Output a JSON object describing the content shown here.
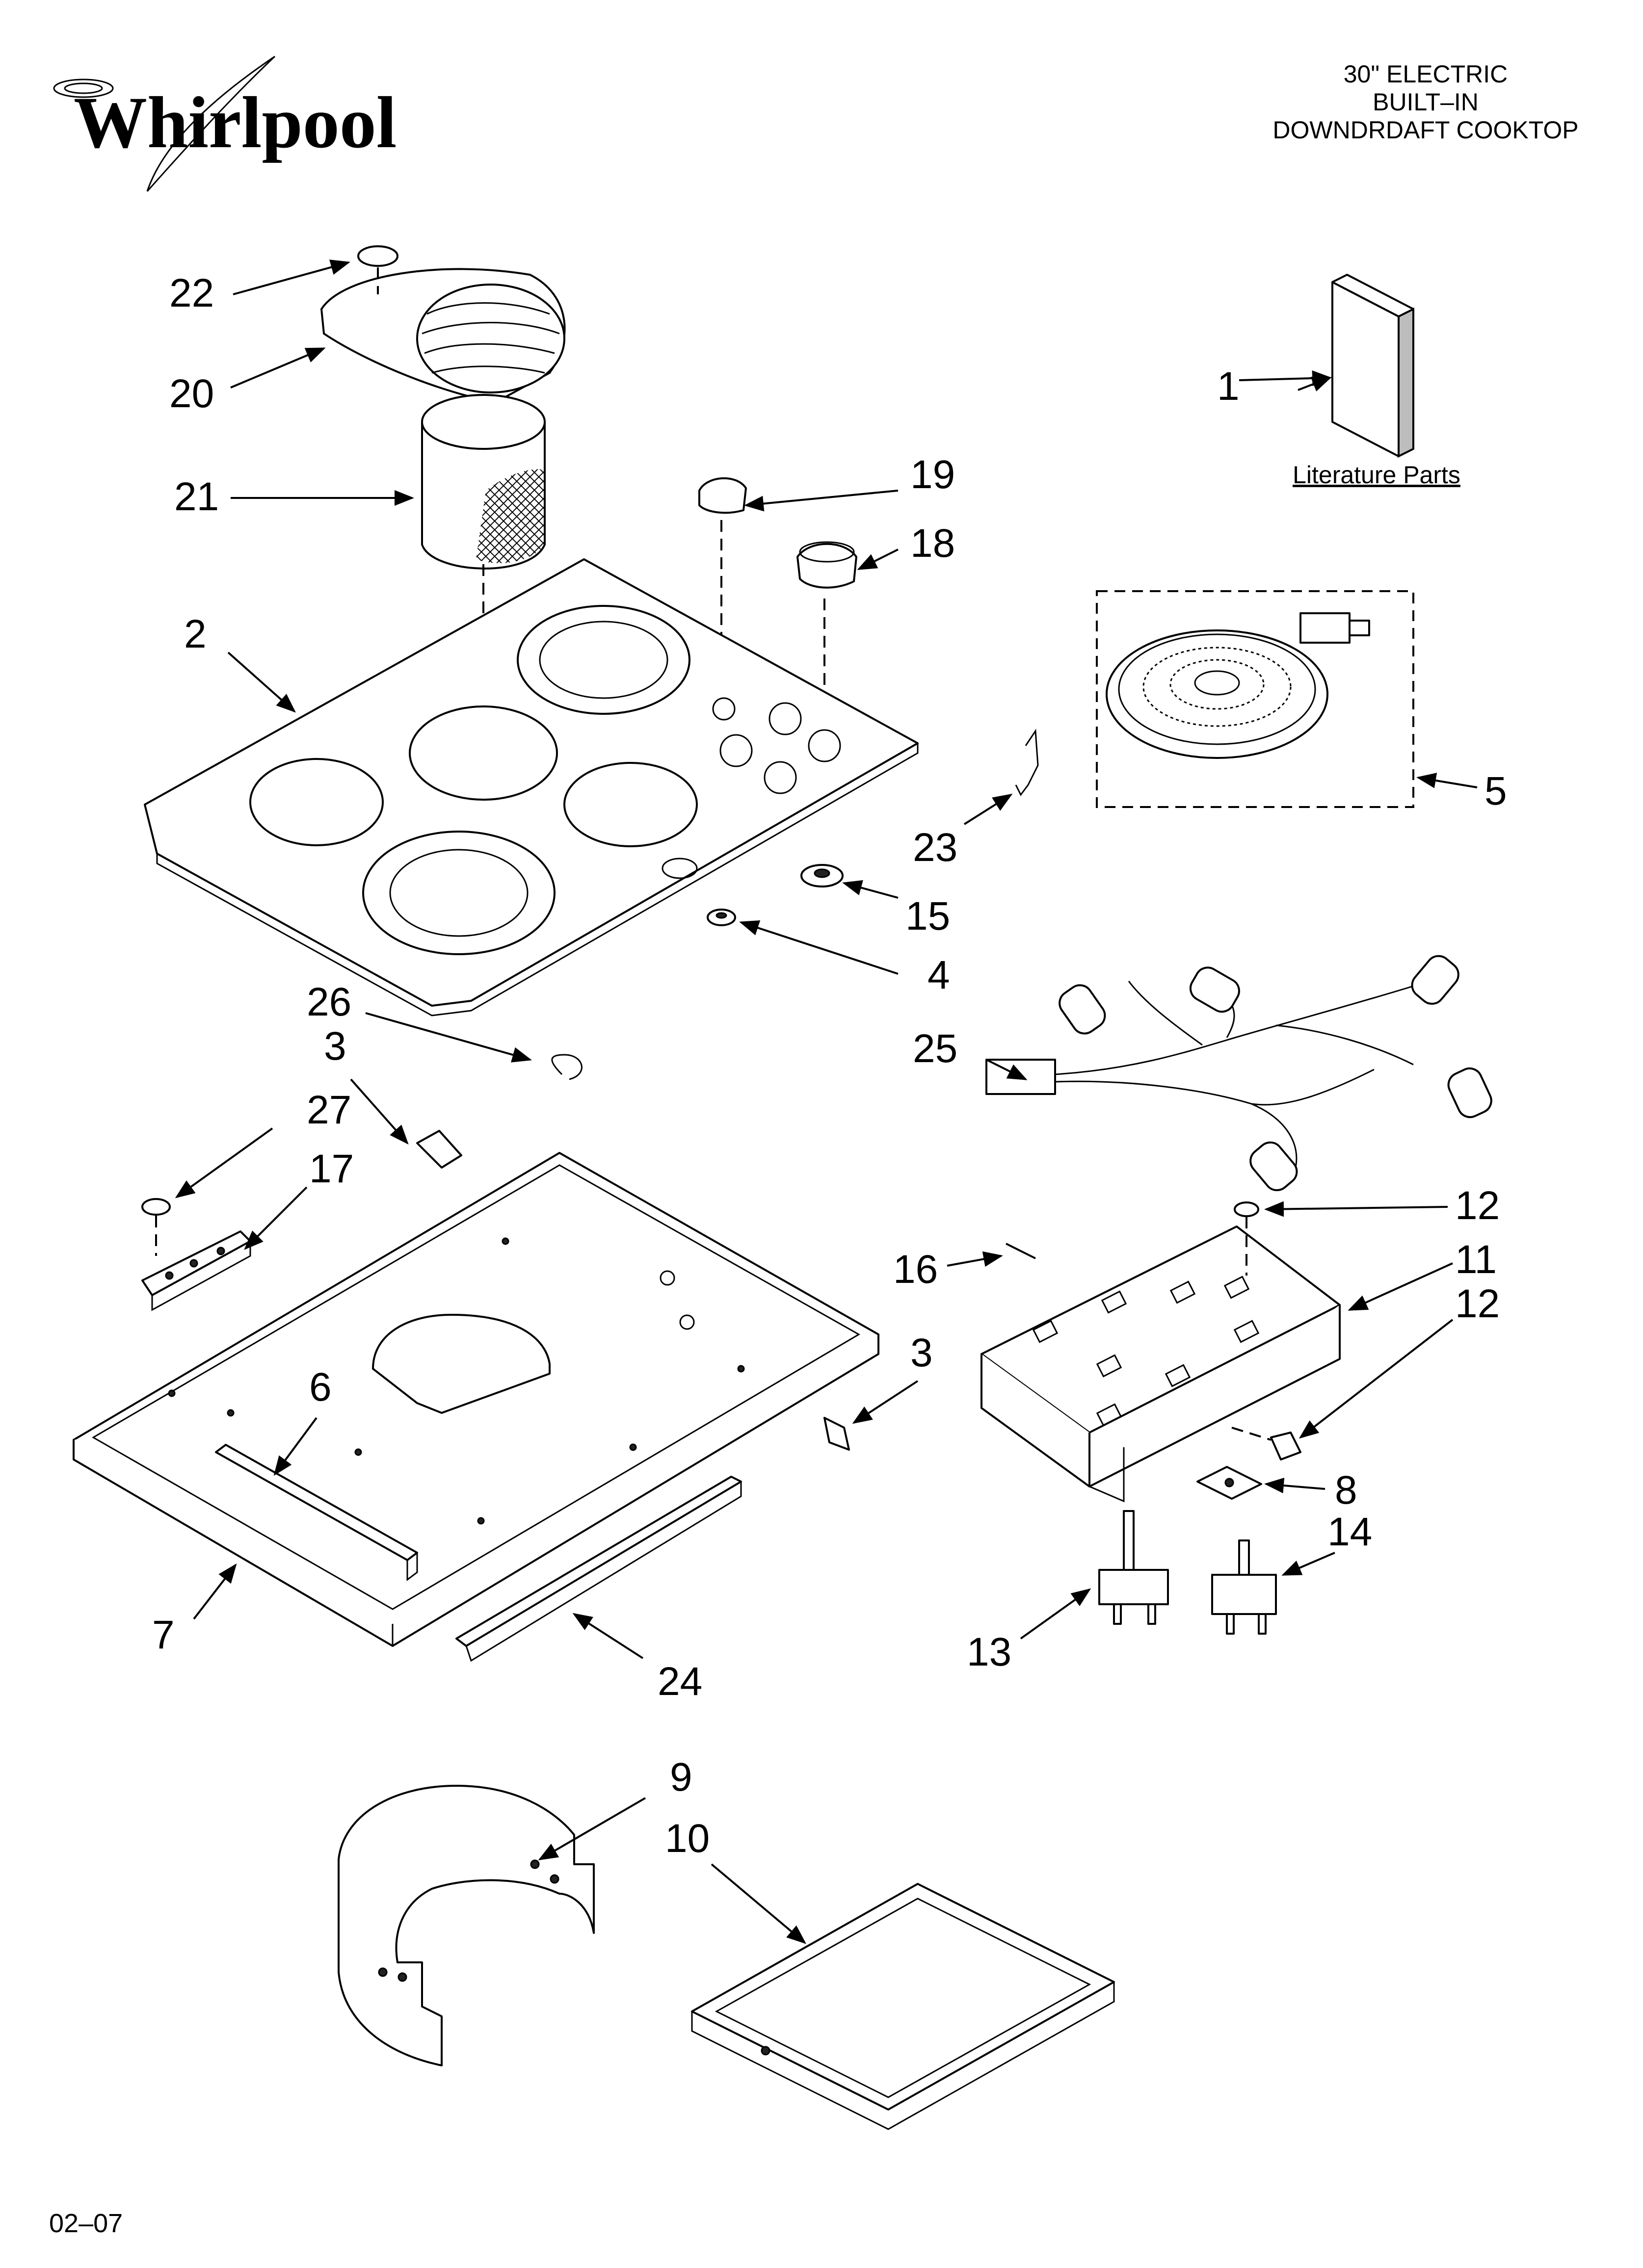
{
  "brand": {
    "name": "Whirlpool"
  },
  "header": {
    "title_lines": [
      "30\" ELECTRIC",
      "BUILT–IN",
      "DOWNDRDAFT COOKTOP"
    ]
  },
  "literature_label": "Literature Parts",
  "footer": {
    "date_code": "02–07"
  },
  "callouts": {
    "c1": "1",
    "c2": "2",
    "c3a": "3",
    "c3b": "3",
    "c4": "4",
    "c5": "5",
    "c6": "6",
    "c7": "7",
    "c8": "8",
    "c9": "9",
    "c10": "10",
    "c11": "11",
    "c12a": "12",
    "c12b": "12",
    "c13": "13",
    "c14": "14",
    "c15": "15",
    "c16": "16",
    "c17": "17",
    "c18": "18",
    "c19": "19",
    "c20": "20",
    "c21": "21",
    "c22": "22",
    "c23": "23",
    "c24": "24",
    "c25": "25",
    "c26": "26",
    "c27": "27"
  }
}
